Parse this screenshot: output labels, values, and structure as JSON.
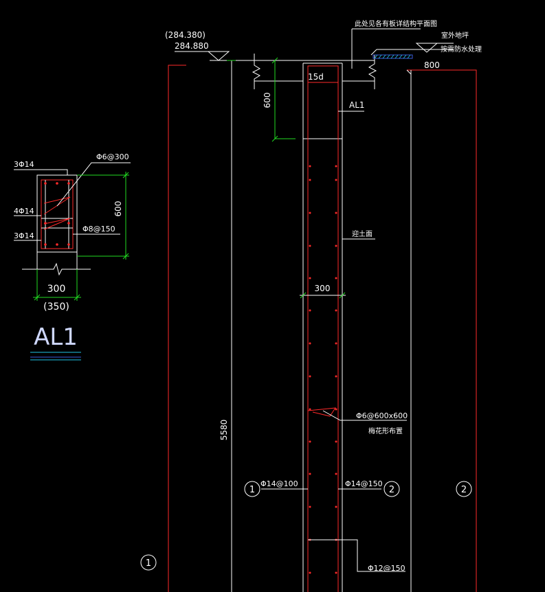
{
  "colors": {
    "background": "#000000",
    "white": "#ffffff",
    "red": "#ff2a2a",
    "green": "#22dd22",
    "cyan": "#20c8e8",
    "blue": "#3a5ad8"
  },
  "section_detail": {
    "title": "AL1",
    "top_bars": "3Φ14",
    "mid_bars": "4Φ14",
    "bottom_bars": "3Φ14",
    "tie_spacing": "Φ6@300",
    "stirrup_spacing": "Φ8@150",
    "height": "600",
    "width": "300",
    "width_alt": "(350)"
  },
  "elevation": {
    "level_upper": "(284.380)",
    "level_lower": "284.880",
    "note_structure_plan": "此处见各有板详结构平面图",
    "note_outdoor_ground": "室外地坪",
    "note_waterproof": "按需防水处理",
    "dim_800": "800",
    "dim_15d": "15d",
    "dim_600": "600",
    "label_al1": "AL1",
    "label_soil_face": "迎土面",
    "dim_300": "300",
    "dim_5580": "5580",
    "tie_spec": "Φ6@600x600",
    "tie_note": "梅花形布置",
    "bars_left": "Φ14@100",
    "bars_right": "Φ14@150",
    "bars_bottom": "Φ12@150",
    "axis_1": "1",
    "axis_2": "2"
  }
}
